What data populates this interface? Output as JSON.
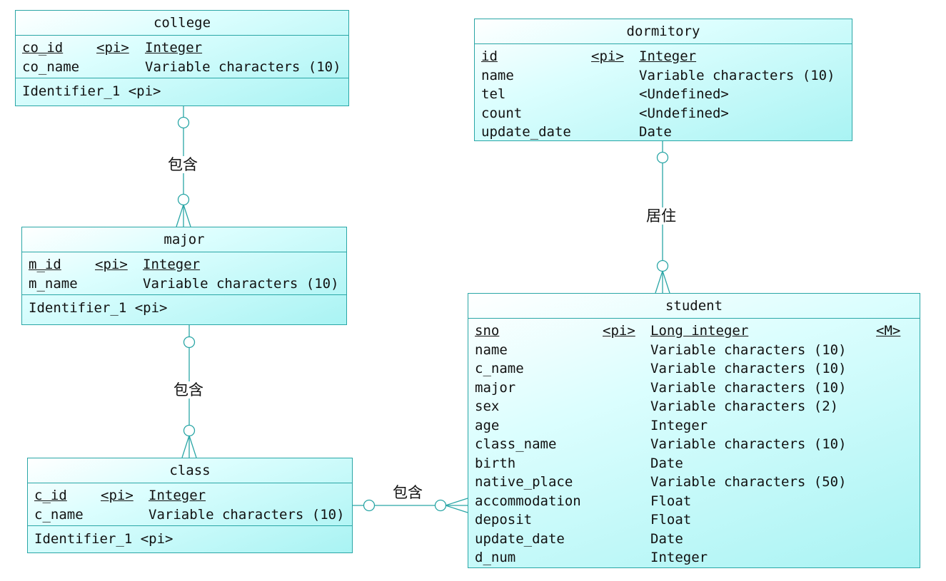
{
  "entities": {
    "college": {
      "title": "college",
      "attrs": [
        {
          "name": "co_id",
          "key": "<pi>",
          "type": "Integer"
        },
        {
          "name": "co_name",
          "key": "",
          "type": "Variable characters (10)"
        }
      ],
      "identifier": "Identifier_1  <pi>"
    },
    "major": {
      "title": "major",
      "attrs": [
        {
          "name": "m_id",
          "key": "<pi>",
          "type": "Integer"
        },
        {
          "name": "m_name",
          "key": "",
          "type": "Variable characters (10)"
        }
      ],
      "identifier": "Identifier_1  <pi>"
    },
    "class": {
      "title": "class",
      "attrs": [
        {
          "name": "c_id",
          "key": "<pi>",
          "type": "Integer"
        },
        {
          "name": "c_name",
          "key": "",
          "type": "Variable characters (10)"
        }
      ],
      "identifier": "Identifier_1  <pi>"
    },
    "dormitory": {
      "title": "dormitory",
      "attrs": [
        {
          "name": "id",
          "key": "<pi>",
          "type": "Integer"
        },
        {
          "name": "name",
          "key": "",
          "type": "Variable characters (10)"
        },
        {
          "name": "tel",
          "key": "",
          "type": "<Undefined>"
        },
        {
          "name": "count",
          "key": "",
          "type": "<Undefined>"
        },
        {
          "name": "update_date",
          "key": "",
          "type": "Date"
        }
      ]
    },
    "student": {
      "title": "student",
      "attrs": [
        {
          "name": "sno",
          "key": "<pi>",
          "type": "Long integer",
          "mand": "<M>"
        },
        {
          "name": "name",
          "key": "",
          "type": "Variable characters (10)"
        },
        {
          "name": "c_name",
          "key": "",
          "type": "Variable characters (10)"
        },
        {
          "name": "major",
          "key": "",
          "type": "Variable characters (10)"
        },
        {
          "name": "sex",
          "key": "",
          "type": "Variable characters (2)"
        },
        {
          "name": "age",
          "key": "",
          "type": "Integer"
        },
        {
          "name": "class_name",
          "key": "",
          "type": "Variable characters (10)"
        },
        {
          "name": "birth",
          "key": "",
          "type": "Date"
        },
        {
          "name": "native_place",
          "key": "",
          "type": "Variable characters (50)"
        },
        {
          "name": "accommodation",
          "key": "",
          "type": "Float"
        },
        {
          "name": "deposit",
          "key": "",
          "type": "Float"
        },
        {
          "name": "update_date",
          "key": "",
          "type": "Date"
        },
        {
          "name": "d_num",
          "key": "",
          "type": "Integer"
        }
      ]
    }
  },
  "relationships": {
    "college_major": "包含",
    "major_class": "包含",
    "class_student": "包含",
    "dormitory_student": "居住"
  },
  "colors": {
    "border": "#2aa6a6",
    "fill_light": "#dcfefe",
    "fill_dark": "#a9f3f3",
    "line": "#2aa6a6"
  }
}
